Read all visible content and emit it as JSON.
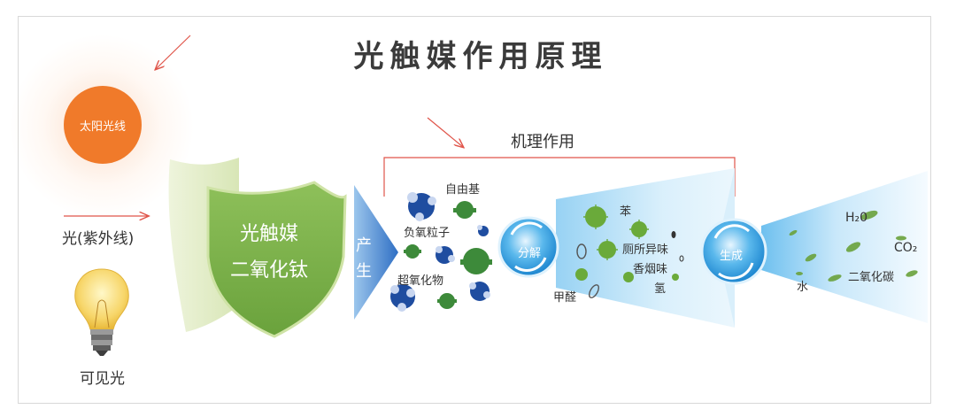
{
  "title": "光触媒作用原理",
  "sun_label": "太阳光线",
  "uv_label": "光(紫外线)",
  "visible_light_label": "可见光",
  "shield": {
    "line1": "光触媒",
    "line2": "二氧化钛"
  },
  "produce_label_1": "产",
  "produce_label_2": "生",
  "mechanism_label": "机理作用",
  "particles": {
    "free_radical": "自由基",
    "negative_oxygen_ion": "负氧粒子",
    "superoxide": "超氧化物"
  },
  "decompose_label": "分解",
  "pollutants": {
    "benzene": "苯",
    "toilet_odor": "厕所异味",
    "smoke_odor": "香烟味",
    "ammonia": "氢",
    "formaldehyde": "甲醛"
  },
  "generate_label": "生成",
  "products": {
    "h2o": "H₂0",
    "co2": "CO₂",
    "water": "水",
    "carbon_dioxide": "二氧化碳"
  },
  "colors": {
    "orange": "#f07a2a",
    "green": "#6aaa3a",
    "blue": "#2f6fc4",
    "arrow_red": "#e0554a",
    "cyan": "#5ab8ec"
  }
}
